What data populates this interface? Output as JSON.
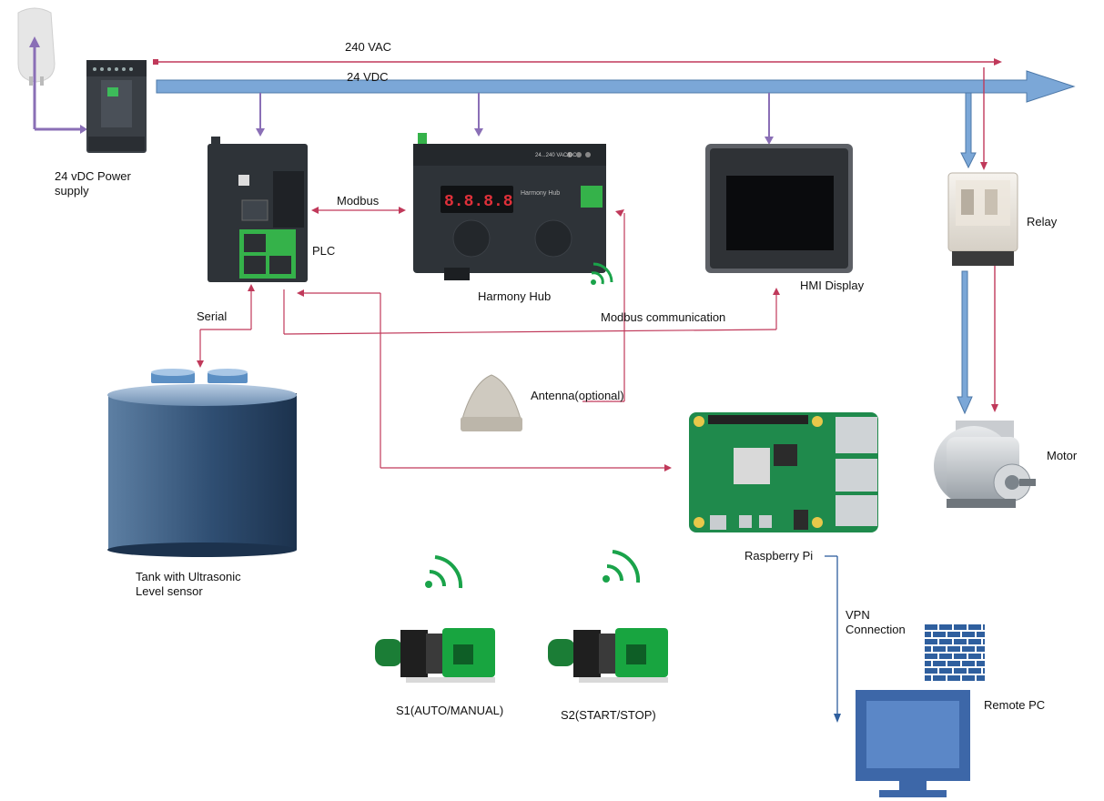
{
  "power": {
    "ac_label": "240 VAC",
    "dc_label": "24 VDC",
    "psu_label_line1": "24 vDC Power",
    "psu_label_line2": "supply"
  },
  "devices": {
    "plc": "PLC",
    "hub": "Harmony Hub",
    "hub_rating": "24...240 VAC/DC",
    "hub_display": "8.8.8.8",
    "hmi": "HMI Display",
    "relay": "Relay",
    "motor": "Motor",
    "antenna": "Antenna(optional)",
    "raspberry": "Raspberry Pi",
    "remote_pc": "Remote PC",
    "tank_line1": "Tank with Ultrasonic",
    "tank_line2": "Level sensor",
    "s1": "S1(AUTO/MANUAL)",
    "s2": "S2(START/STOP)"
  },
  "links": {
    "modbus": "Modbus",
    "serial": "Serial",
    "modbus_comm": "Modbus communication",
    "vpn_line1": "VPN",
    "vpn_line2": "Connection"
  },
  "colors": {
    "dc_bus": "#7ba7d7",
    "signal": "#c0395a",
    "vpn": "#2f5f9e",
    "wireless": "#1aa34a",
    "device_dark": "#2e3338"
  }
}
